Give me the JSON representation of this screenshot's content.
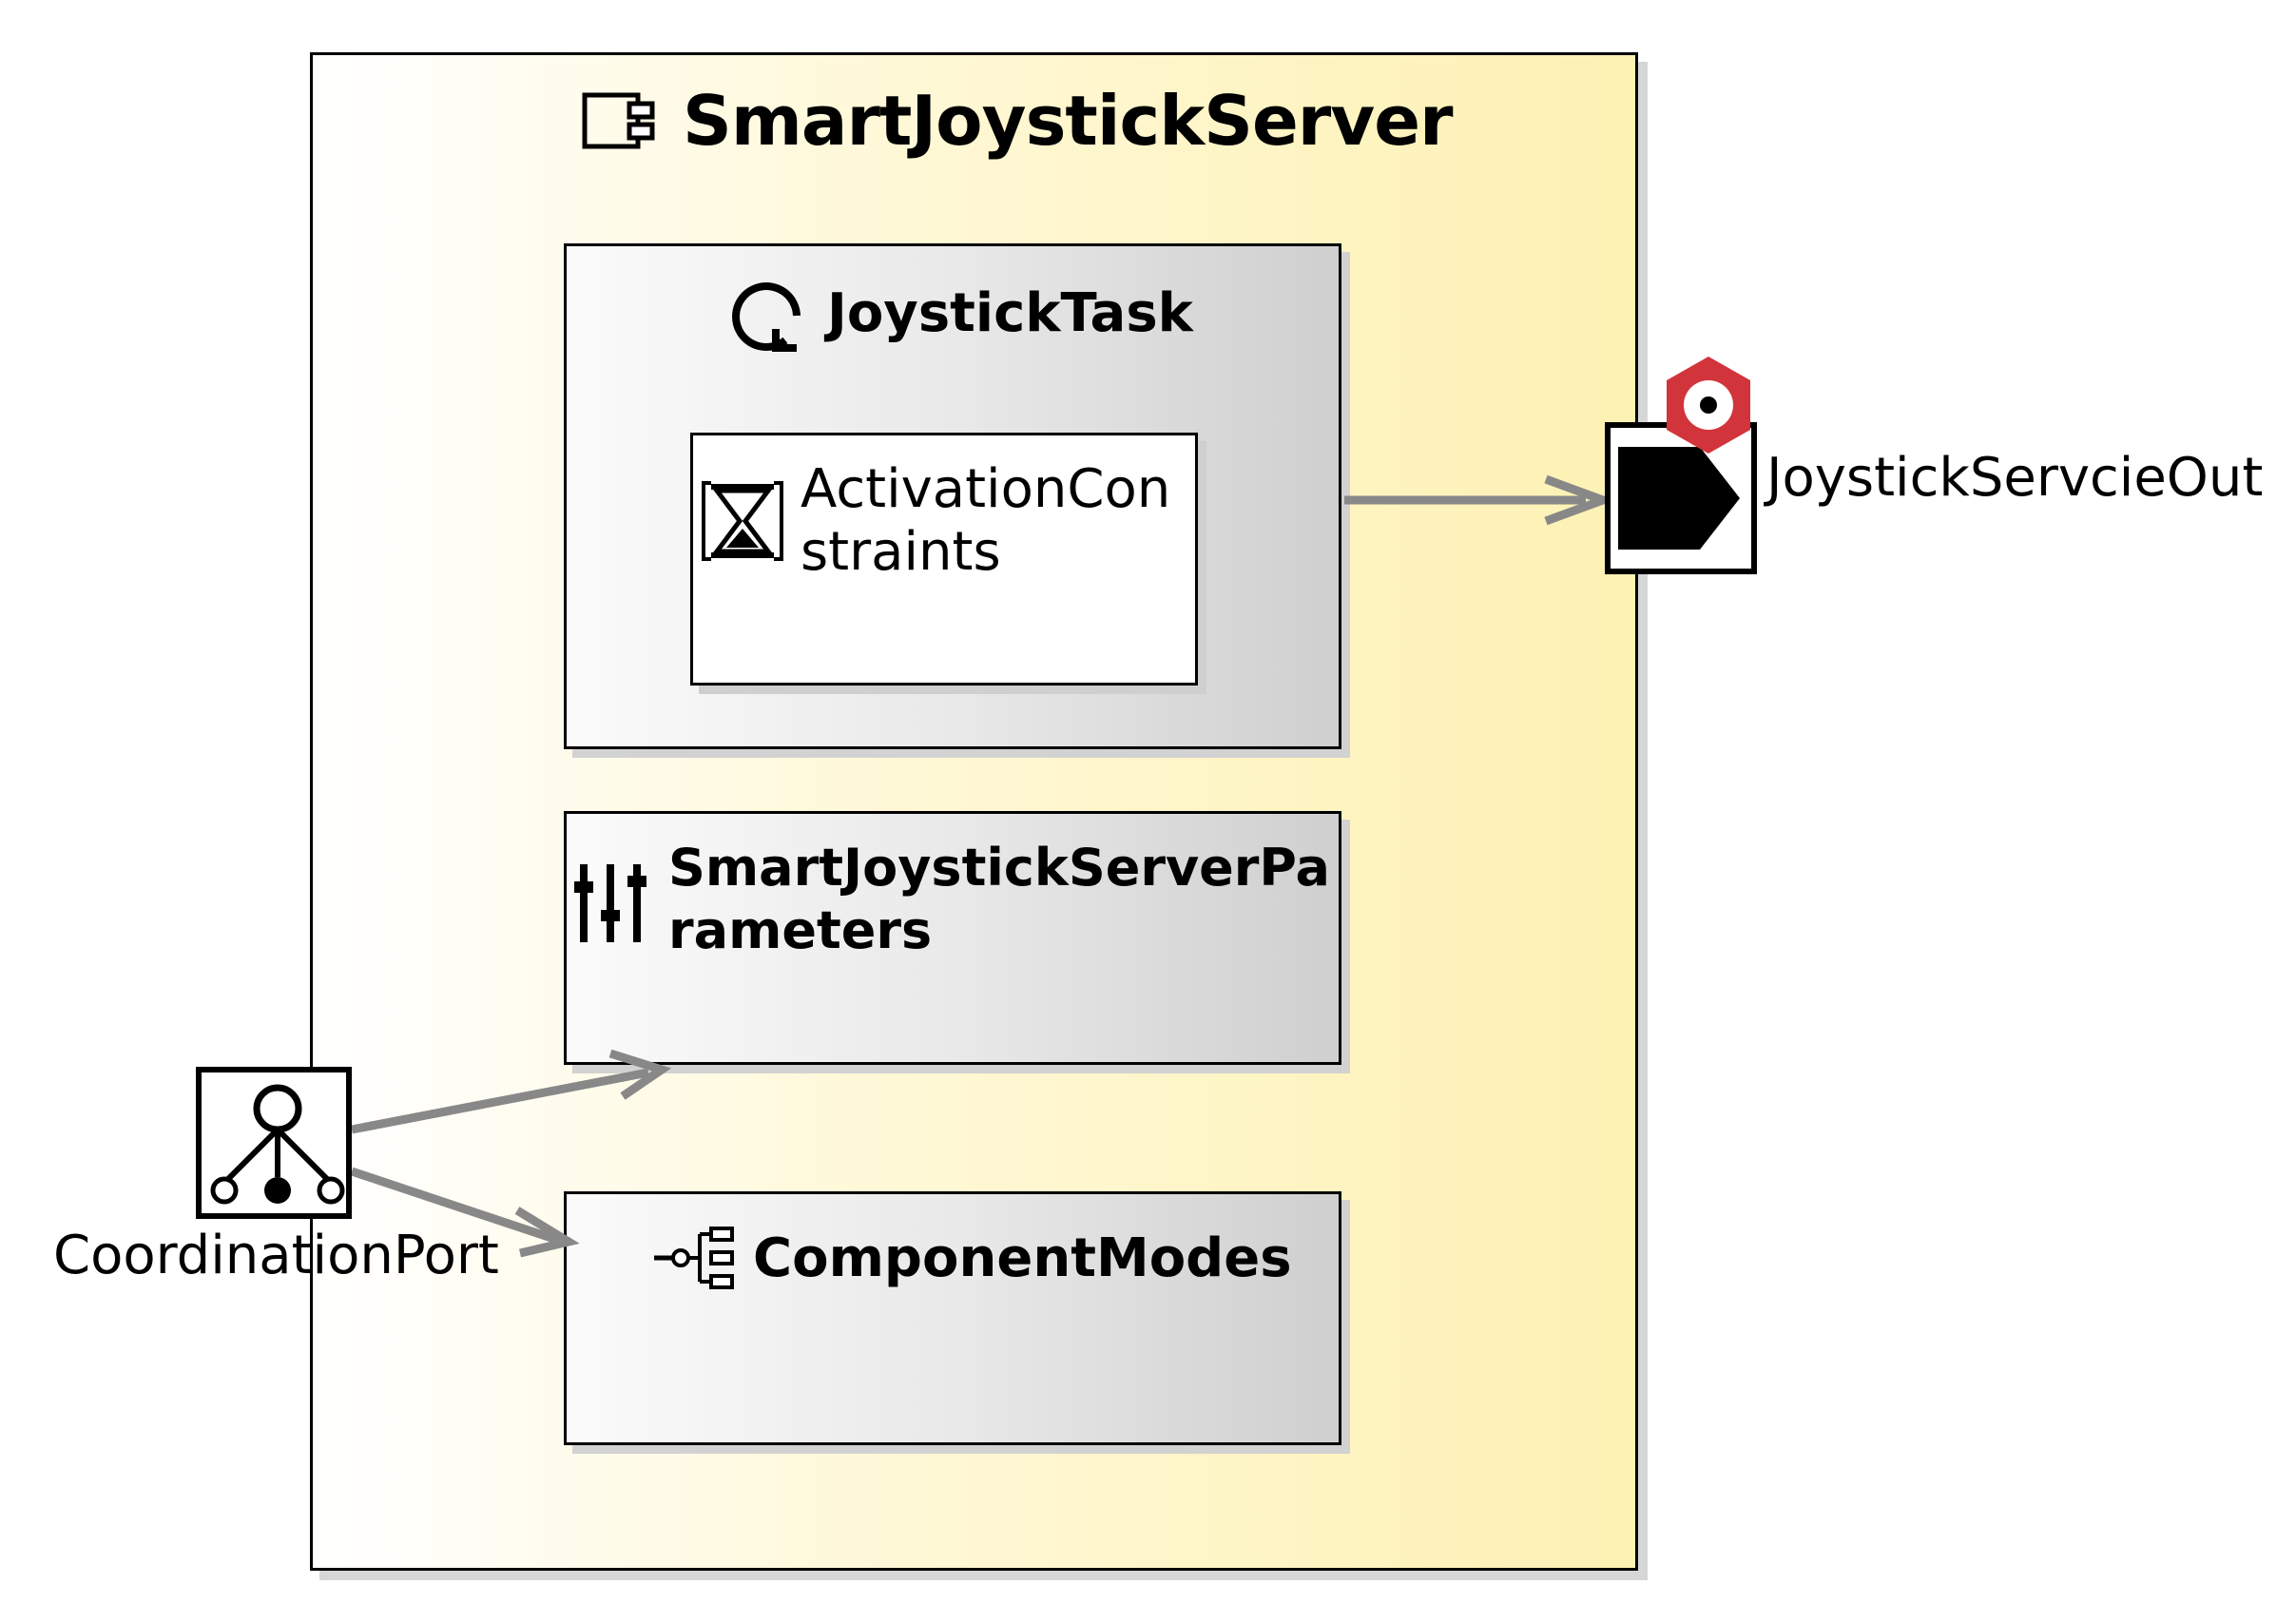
{
  "component": {
    "name": "SmartJoystickServer",
    "icon": "component-icon"
  },
  "task": {
    "name": "JoystickTask",
    "icon": "task-cycle-icon",
    "activation": {
      "label": "ActivationConstraints",
      "icon": "hourglass-icon"
    }
  },
  "parameters": {
    "label": "SmartJoystickServerParameters",
    "icon": "sliders-icon"
  },
  "modes": {
    "label": "ComponentModes",
    "icon": "mode-tree-icon"
  },
  "ports": {
    "output": {
      "label": "JoystickServcieOut",
      "icon": "output-port-icon",
      "badge": "service-badge-icon"
    },
    "coordination": {
      "label": "CoordinationPort",
      "icon": "coordination-port-icon"
    }
  },
  "colors": {
    "component_fill_end": "#fdf1b3",
    "inner_fill_end": "#cfcfcf",
    "connector": "#888888",
    "badge": "#d2343c"
  }
}
